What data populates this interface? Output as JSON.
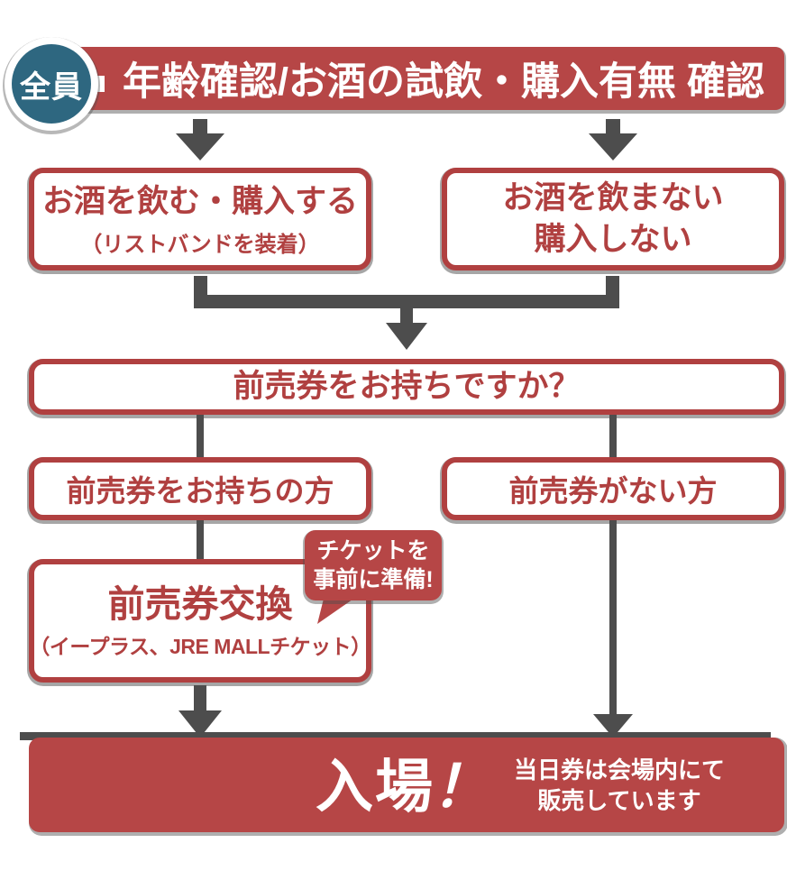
{
  "colors": {
    "red_fill": "#b64646",
    "red_border": "#b04040",
    "red_text": "#b04040",
    "teal_badge": "#2e6780",
    "connector_gray": "#4d4d4d",
    "white": "#ffffff"
  },
  "header": {
    "badge_label": "全員",
    "title": "年齢確認/お酒の試飲・購入有無 確認"
  },
  "boxes": {
    "drink": {
      "title": "お酒を飲む・購入する",
      "subtitle": "（リストバンドを装着）"
    },
    "no_drink": {
      "line1": "お酒を飲まない",
      "line2": "購入しない"
    },
    "question": {
      "label": "前売券をお持ちですか？"
    },
    "has_ticket": {
      "label": "前売券をお持ちの方"
    },
    "no_ticket": {
      "label": "前売券がない方"
    },
    "exchange": {
      "title": "前売券交換",
      "subtitle": "（イープラス、JRE MALLチケット）"
    }
  },
  "bubble": {
    "line1": "チケットを",
    "line2": "事前に準備!"
  },
  "entry": {
    "title": "入場",
    "exclaim": "！",
    "note_line1": "当日券は会場内にて",
    "note_line2": "販売しています"
  }
}
